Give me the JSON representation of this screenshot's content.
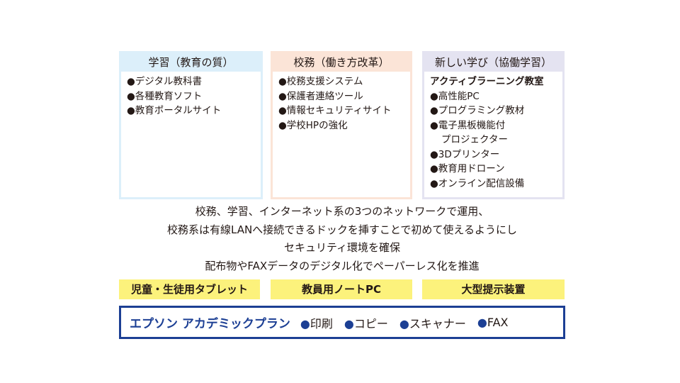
{
  "columns": [
    {
      "title": "学習（教育の質）",
      "items": [
        "●デジタル教科書",
        "●各種教育ソフト",
        "●教育ポータルサイト"
      ]
    },
    {
      "title": "校務（働き方改革）",
      "items": [
        "●校務支援システム",
        "●保護者連絡ツール",
        "●情報セキュリティサイト",
        "●学校HPの強化"
      ]
    },
    {
      "title": "新しい学び（協働学習）",
      "subtitle": "アクティブラーニング教室",
      "items": [
        "●高性能PC",
        "●プログラミング教材",
        "●電子黒板機能付",
        "プロジェクター",
        "●3Dプリンター",
        "●教育用ドローン",
        "●オンライン配信設備"
      ]
    }
  ],
  "description": [
    "校務、学習、インターネット系の3つのネットワークで運用、",
    "校務系は有線LANへ接続できるドックを挿すことで初めて使えるようにし",
    "セキュリティ環境を確保",
    "配布物やFAXデータのデジタル化でペーパーレス化を推進"
  ],
  "devices": [
    "児童・生徒用タブレット",
    "教員用ノートPC",
    "大型提示装置"
  ],
  "plan": {
    "name": "エプソン アカデミックプラン",
    "bullet": "●",
    "features": [
      "印刷",
      "コピー",
      "スキャナー",
      "FAX"
    ]
  }
}
